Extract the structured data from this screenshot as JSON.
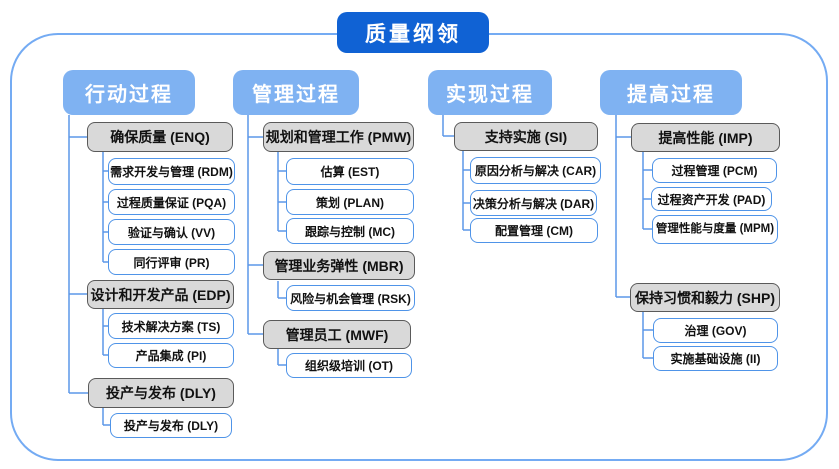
{
  "root": {
    "label": "质量纲领"
  },
  "colors": {
    "root_blue": "#1062D4",
    "header_blue": "#7FB2F2",
    "group_fill": "#D9D9D9",
    "group_border": "#5A5A5A",
    "leaf_border": "#4F94E8",
    "connector": "#5C97E8",
    "frame_border": "#74ABF3",
    "text_dark": "#111111"
  },
  "columns": [
    {
      "label": "行动过程",
      "groups": [
        {
          "label": "确保质量 (ENQ)",
          "children": [
            "需求开发与管理 (RDM)",
            "过程质量保证 (PQA)",
            "验证与确认 (VV)",
            "同行评审 (PR)"
          ]
        },
        {
          "label": "设计和开发产品 (EDP)",
          "children": [
            "技术解决方案 (TS)",
            "产品集成 (PI)"
          ]
        },
        {
          "label": "投产与发布 (DLY)",
          "children": [
            "投产与发布 (DLY)"
          ]
        }
      ]
    },
    {
      "label": "管理过程",
      "groups": [
        {
          "label": "规划和管理工作 (PMW)",
          "children": [
            "估算 (EST)",
            "策划 (PLAN)",
            "跟踪与控制 (MC)"
          ]
        },
        {
          "label": "管理业务弹性 (MBR)",
          "children": [
            "风险与机会管理 (RSK)"
          ]
        },
        {
          "label": "管理员工 (MWF)",
          "children": [
            "组织级培训 (OT)"
          ]
        }
      ]
    },
    {
      "label": "实现过程",
      "groups": [
        {
          "label": "支持实施 (SI)",
          "children": [
            "原因分析与解决 (CAR)",
            "决策分析与解决 (DAR)",
            "配置管理 (CM)"
          ]
        }
      ]
    },
    {
      "label": "提高过程",
      "groups": [
        {
          "label": "提高性能 (IMP)",
          "children": [
            "过程管理 (PCM)",
            "过程资产开发 (PAD)",
            "管理性能与度量 (MPM)"
          ]
        },
        {
          "label": "保持习惯和毅力 (SHP)",
          "children": [
            "治理 (GOV)",
            "实施基础设施 (II)"
          ]
        }
      ]
    }
  ]
}
